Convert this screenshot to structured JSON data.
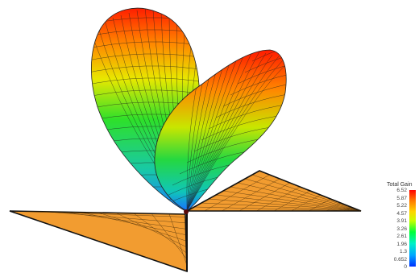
{
  "legend": {
    "title": "Total Gain",
    "ticks": [
      "6.52",
      "5.87",
      "5.22",
      "4.57",
      "3.91",
      "3.26",
      "2.61",
      "1.96",
      "1.3",
      "0.652",
      "0"
    ]
  },
  "colors": {
    "ground": "#f09a2c",
    "mesh": "#1a1a1a",
    "gain_max": "#ff0000",
    "gain_min": "#0030ff"
  }
}
